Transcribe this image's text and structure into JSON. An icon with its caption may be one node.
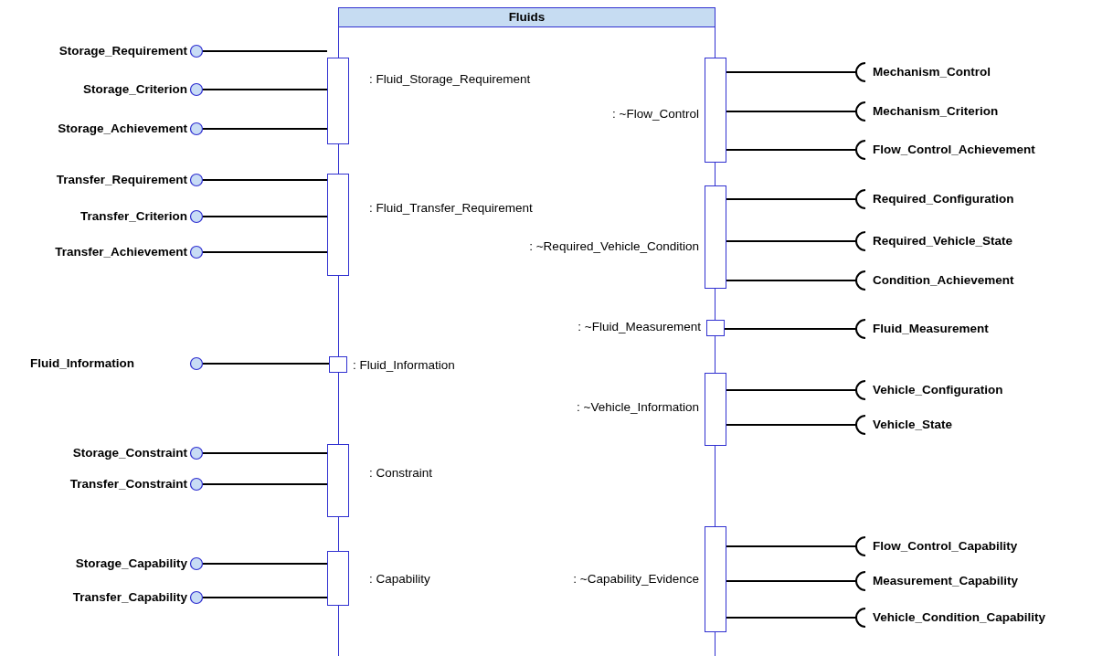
{
  "diagram": {
    "nodes": [
      {
        "text": [
          "Fluids"
        ]
      },
      {
        "text": [
          ": Fluid_Storage_Requirement"
        ],
        "in": 0
      },
      {
        "text": [
          ": Fluid_Transfer_Requirement"
        ],
        "in": 0
      },
      {
        "text": [
          ": Fluid_Information"
        ],
        "in": 0
      },
      {
        "text": [
          ": Constraint"
        ],
        "in": 0
      },
      {
        "text": [
          ": Capability"
        ],
        "in": 0
      },
      {
        "text": [
          ": ~Flow_Control"
        ],
        "in": 0
      },
      {
        "text": [
          ": ~Required_Vehicle_Condition"
        ],
        "in": 0
      },
      {
        "text": [
          ": ~Fluid_Measurement"
        ],
        "in": 0
      },
      {
        "text": [
          ": ~Vehicle_Information"
        ],
        "in": 0
      },
      {
        "text": [
          ": ~Capability_Evidence"
        ],
        "in": 0
      },
      {
        "text": [
          "Storage_Requirement"
        ]
      },
      {
        "text": [
          "Storage_Criterion"
        ]
      },
      {
        "text": [
          "Storage_Achievement"
        ]
      },
      {
        "text": [
          "Transfer_Requirement"
        ]
      },
      {
        "text": [
          "Transfer_Criterion"
        ]
      },
      {
        "text": [
          "Transfer_Achievement"
        ]
      },
      {
        "text": [
          "Fluid_Information"
        ]
      },
      {
        "text": [
          "Storage_Constraint"
        ]
      },
      {
        "text": [
          "Transfer_Constraint"
        ]
      },
      {
        "text": [
          "Storage_Capability"
        ]
      },
      {
        "text": [
          "Transfer_Capability"
        ]
      },
      {
        "text": [
          "Mechanism_Control"
        ]
      },
      {
        "text": [
          "Mechanism_Criterion"
        ]
      },
      {
        "text": [
          "Flow_Control_Achievement"
        ]
      },
      {
        "text": [
          "Required_Configuration"
        ]
      },
      {
        "text": [
          "Required_Vehicle_State"
        ]
      },
      {
        "text": [
          "Condition_Achievement"
        ]
      },
      {
        "text": [
          "Fluid_Measurement"
        ]
      },
      {
        "text": [
          "Vehicle_Configuration"
        ]
      },
      {
        "text": [
          "Vehicle_State"
        ]
      },
      {
        "text": [
          "Flow_Control_Capability"
        ]
      },
      {
        "text": [
          "Measurement_Capability"
        ]
      },
      {
        "text": [
          "Vehicle_Condition_Capability"
        ]
      }
    ],
    "edges": [
      {
        "from": 11,
        "to": 1,
        "arrow": "other"
      },
      {
        "from": 12,
        "to": 1,
        "arrow": "other"
      },
      {
        "from": 13,
        "to": 1,
        "arrow": "other"
      },
      {
        "from": 14,
        "to": 2,
        "arrow": "other"
      },
      {
        "from": 15,
        "to": 2,
        "arrow": "other"
      },
      {
        "from": 16,
        "to": 2,
        "arrow": "other"
      },
      {
        "from": 17,
        "to": 3,
        "arrow": "other"
      },
      {
        "from": 18,
        "to": 4,
        "arrow": "other"
      },
      {
        "from": 19,
        "to": 4,
        "arrow": "other"
      },
      {
        "from": 20,
        "to": 5,
        "arrow": "other"
      },
      {
        "from": 21,
        "to": 5,
        "arrow": "other"
      },
      {
        "from": 6,
        "to": 22,
        "arrow": "other"
      },
      {
        "from": 6,
        "to": 23,
        "arrow": "other"
      },
      {
        "from": 6,
        "to": 24,
        "arrow": "other"
      },
      {
        "from": 7,
        "to": 25,
        "arrow": "other"
      },
      {
        "from": 7,
        "to": 26,
        "arrow": "other"
      },
      {
        "from": 7,
        "to": 27,
        "arrow": "other"
      },
      {
        "from": 8,
        "to": 28,
        "arrow": "other"
      },
      {
        "from": 9,
        "to": 29,
        "arrow": "other"
      },
      {
        "from": 9,
        "to": 30,
        "arrow": "other"
      },
      {
        "from": 10,
        "to": 31,
        "arrow": "other"
      },
      {
        "from": 10,
        "to": 32,
        "arrow": "other"
      },
      {
        "from": 10,
        "to": 33,
        "arrow": "other"
      }
    ]
  }
}
